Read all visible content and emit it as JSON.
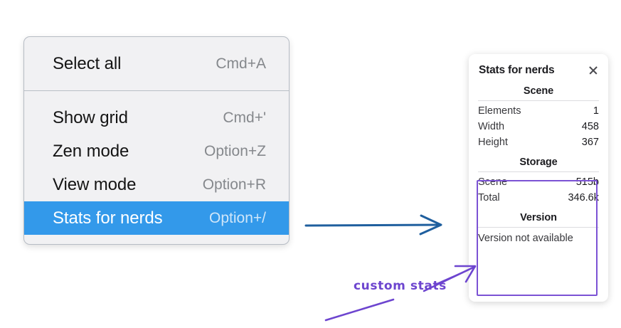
{
  "context_menu": {
    "groups": [
      {
        "items": [
          {
            "label": "Select all",
            "shortcut": "Cmd+A",
            "selected": false
          }
        ]
      },
      {
        "items": [
          {
            "label": "Show grid",
            "shortcut": "Cmd+'",
            "selected": false
          },
          {
            "label": "Zen mode",
            "shortcut": "Option+Z",
            "selected": false
          },
          {
            "label": "View mode",
            "shortcut": "Option+R",
            "selected": false
          },
          {
            "label": "Stats for nerds",
            "shortcut": "Option+/",
            "selected": true
          }
        ]
      }
    ],
    "selected_bg": "#3399ea"
  },
  "stats_panel": {
    "title": "Stats for nerds",
    "close_icon": "close-icon",
    "sections": [
      {
        "title": "Scene",
        "rows": [
          {
            "key": "Elements",
            "value": "1"
          },
          {
            "key": "Width",
            "value": "458"
          },
          {
            "key": "Height",
            "value": "367"
          }
        ]
      },
      {
        "title": "Storage",
        "rows": [
          {
            "key": "Scene",
            "value": "515b"
          },
          {
            "key": "Total",
            "value": "346.6k"
          }
        ]
      },
      {
        "title": "Version",
        "text": "Version not available"
      }
    ]
  },
  "annotations": {
    "highlight_color": "#7b52d4",
    "arrow_color": "#1f5f9e",
    "label": "custom stats"
  }
}
